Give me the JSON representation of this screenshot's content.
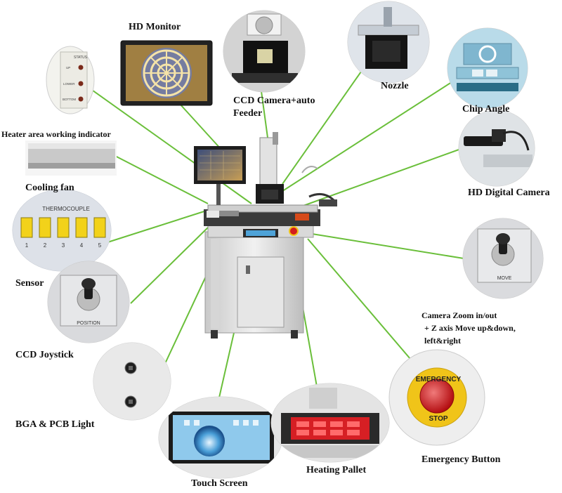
{
  "diagram": {
    "line_color": "#6abf3a",
    "labels": {
      "hd_monitor": "HD Monitor",
      "ccd_camera": [
        "CCD Camera+auto",
        "Feeder"
      ],
      "nozzle": "Nozzle",
      "chip_angle": "Chip Angle",
      "heater_indicator": "Heater area working indicator",
      "cooling_fan": "Cooling fan",
      "hd_digital_camera": "HD Digital Camera",
      "sensor": "Sensor",
      "camera_zoom": [
        "Camera Zoom in/out",
        "+ Z axis Move up&down,",
        "left&right"
      ],
      "ccd_joystick": "CCD Joystick",
      "bga_pcb_light": "BGA & PCB Light",
      "touch_screen": "Touch Screen",
      "heating_pallet": "Heating Pallet",
      "emergency_button": "Emergency Button"
    },
    "panel_text": {
      "status": "STATUS",
      "up": "UP",
      "lower": "LOWER",
      "bottom": "BOTTOM",
      "thermocouple": "THERMOCOUPLE",
      "sensor_ports": [
        "1",
        "2",
        "3",
        "4",
        "5"
      ],
      "position": "POSITION",
      "move": "MOVE",
      "emergency": "EMERGENCY",
      "stop": "STOP"
    }
  }
}
